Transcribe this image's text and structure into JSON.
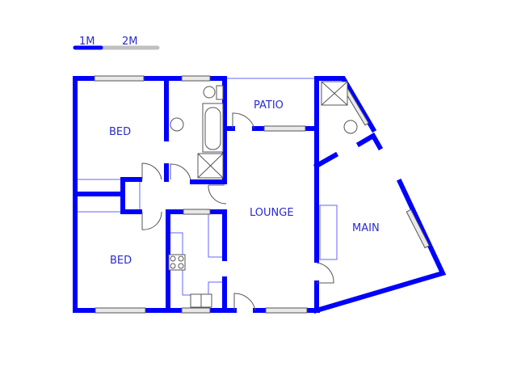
{
  "scale_bar": {
    "label_1": "1M",
    "label_2": "2M"
  },
  "rooms": {
    "bed_top": "BED",
    "bed_bottom": "BED",
    "patio": "PATIO",
    "lounge": "LOUNGE",
    "main": "MAIN"
  },
  "colors": {
    "wall": "#0000ff",
    "label": "#2b2bd0",
    "scale_inactive": "#c0c0c0"
  }
}
